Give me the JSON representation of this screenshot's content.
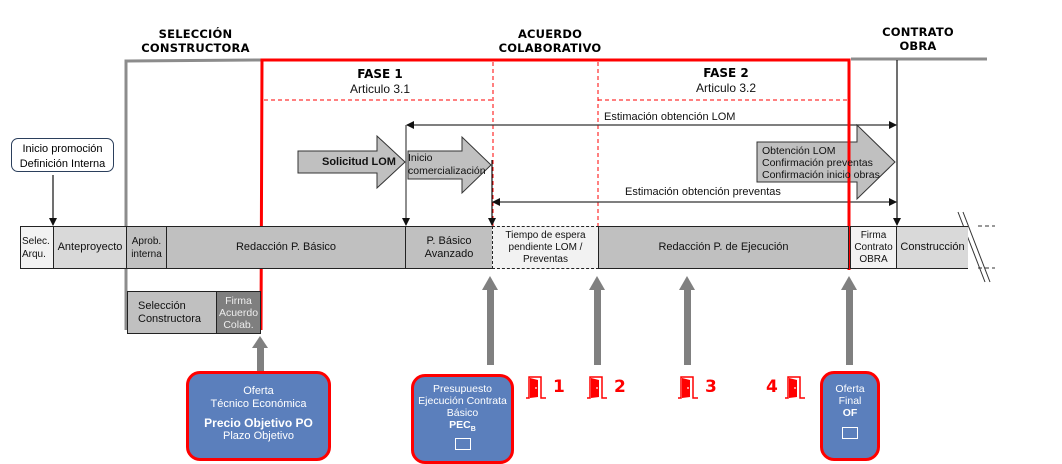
{
  "phases": {
    "seleccion": {
      "line1": "SELECCIÓN",
      "line2": "CONSTRUCTORA"
    },
    "acuerdo": {
      "line1": "ACUERDO",
      "line2": "COLABORATIVO"
    },
    "contrato": {
      "line1": "CONTRATO",
      "line2": "OBRA"
    }
  },
  "fases": {
    "fase1": {
      "title": "FASE 1",
      "subtitle": "Articulo 3.1"
    },
    "fase2": {
      "title": "FASE 2",
      "subtitle": "Articulo 3.2"
    }
  },
  "callout_inicio": {
    "line1": "Inicio promoción",
    "line2": "Definición Interna"
  },
  "estimaciones": {
    "lom": "Estimación obtención LOM",
    "preventas": "Estimación obtención preventas"
  },
  "block_arrows": {
    "solicitud": "Solicitud LOM",
    "inicio_line1": "Inicio",
    "inicio_line2": "comercialización",
    "obtencion_line1": "Obtención LOM",
    "obtencion_line2": "Confirmación preventas",
    "obtencion_line3": "Confirmación inicio obras"
  },
  "timeline": {
    "segments": [
      {
        "id": "selec-arqu",
        "line1": "Selec.",
        "line2": "Arqu."
      },
      {
        "id": "anteproyecto",
        "line1": "Anteproyecto"
      },
      {
        "id": "aprob-interna",
        "line1": "Aprob.",
        "line2": "interna"
      },
      {
        "id": "redaccion-basico",
        "line1": "Redacción P. Básico"
      },
      {
        "id": "basico-avanzado",
        "line1": "P. Básico",
        "line2": "Avanzado"
      },
      {
        "id": "tiempo-espera",
        "line1": "Tiempo de espera",
        "line2": "pendiente LOM /",
        "line3": "Preventas"
      },
      {
        "id": "redaccion-ejecucion",
        "line1": "Redacción P. de Ejecución"
      },
      {
        "id": "firma-contrato",
        "line1": "Firma",
        "line2": "Contrato",
        "line3": "OBRA"
      },
      {
        "id": "construccion",
        "line1": "Construcción"
      }
    ]
  },
  "sub_segments": {
    "seleccion": {
      "line1": "Selección",
      "line2": "Constructora"
    },
    "firma_acuerdo": {
      "line1": "Firma",
      "line2": "Acuerdo",
      "line3": "Colab."
    }
  },
  "boxes": {
    "oferta_te": {
      "line1": "Oferta",
      "line2": "Técnico Económica",
      "bold": "Precio Objetivo PO",
      "line4": "Plazo Objetivo"
    },
    "pec": {
      "line1": "Presupuesto",
      "line2": "Ejecución Contrata",
      "line3": "Básico",
      "bold": "PEC",
      "sub": "B"
    },
    "oferta_final": {
      "line1": "Oferta",
      "line2": "Final",
      "bold": "OF"
    }
  },
  "exits": [
    {
      "number": "1",
      "position": "after"
    },
    {
      "number": "2",
      "position": "after"
    },
    {
      "number": "3",
      "position": "after"
    },
    {
      "number": "4",
      "position": "before"
    }
  ],
  "colors": {
    "accent_red": "#ff0000",
    "box_blue": "#5b7fbc",
    "arrow_gray": "#808080",
    "segment_gray": "#c0c0c0",
    "segment_light": "#d9d9d9",
    "segment_dark": "#7f7f7f"
  }
}
